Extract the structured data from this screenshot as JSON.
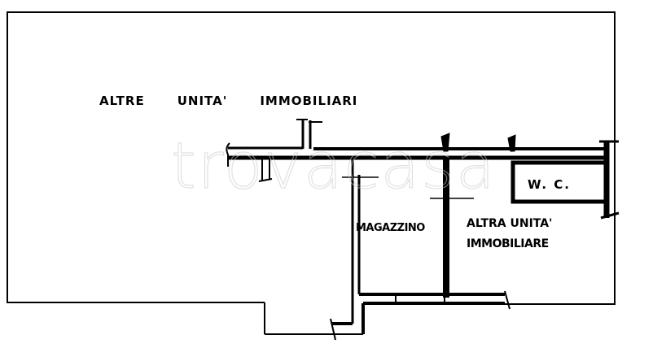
{
  "floorplan": {
    "rooms": {
      "altre_unita": {
        "words": [
          "ALTRE",
          "UNITA'",
          "IMMOBILIARI"
        ]
      },
      "magazzino": "MAGAZZINO",
      "altra_unita_line1": "ALTRA UNITA'",
      "altra_unita_line2": "IMMOBILIARE",
      "wc": "W. C."
    },
    "watermark": "trovacasa",
    "colors": {
      "line": "#000000",
      "background": "#ffffff",
      "watermark": "#c8c8c8"
    }
  }
}
